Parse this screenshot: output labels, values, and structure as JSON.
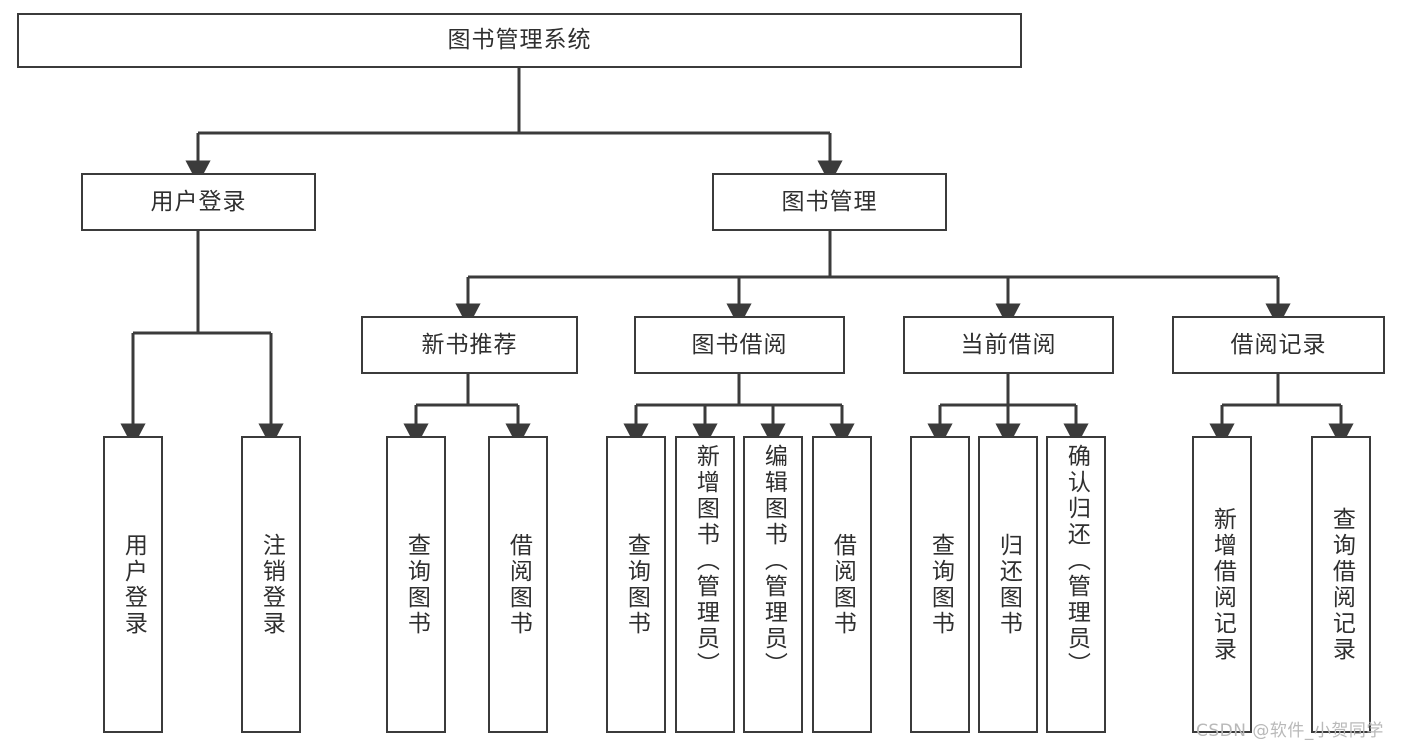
{
  "diagram": {
    "title": "图书管理系统",
    "type": "tree-hierarchy-diagram",
    "colors": {
      "box_border": "#3b3b3b",
      "box_fill": "#ffffff",
      "edge": "#3b3b3b",
      "text": "#2f2f2f",
      "watermark": "#b9b9b9",
      "background": "#ffffff"
    },
    "root": {
      "label": "图书管理系统"
    },
    "level2": [
      {
        "label": "用户登录"
      },
      {
        "label": "图书管理"
      }
    ],
    "level3": [
      {
        "label": "新书推荐"
      },
      {
        "label": "图书借阅"
      },
      {
        "label": "当前借阅"
      },
      {
        "label": "借阅记录"
      }
    ],
    "leaves": {
      "user_login": [
        {
          "label": "用户登录"
        },
        {
          "label": "注销登录"
        }
      ],
      "new_book_recommend": [
        {
          "label": "查询图书"
        },
        {
          "label": "借阅图书"
        }
      ],
      "book_borrow": [
        {
          "label": "查询图书"
        },
        {
          "label": "新增图书（管理员）"
        },
        {
          "label": "编辑图书（管理员）"
        },
        {
          "label": "借阅图书"
        }
      ],
      "current_borrow": [
        {
          "label": "查询图书"
        },
        {
          "label": "归还图书"
        },
        {
          "label": "确认归还（管理员）"
        }
      ],
      "borrow_record": [
        {
          "label": "新增借阅记录"
        },
        {
          "label": "查询借阅记录"
        }
      ]
    }
  },
  "watermark": {
    "text": "CSDN @软件_小贺同学"
  }
}
